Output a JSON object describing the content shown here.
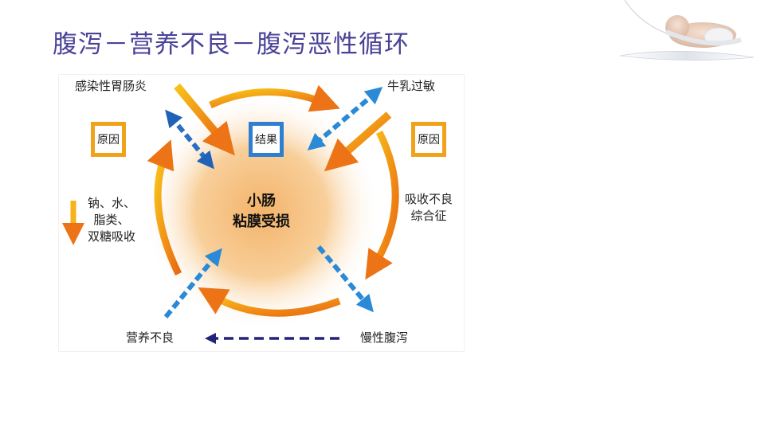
{
  "title": "腹泻－营养不良－腹泻恶性循环",
  "diagram": {
    "center": {
      "line1": "小肠",
      "line2": "粘膜受损"
    },
    "box_left": "原因",
    "box_center": "结果",
    "box_right": "原因",
    "label_top_left": "感染性胃肠炎",
    "label_top_right": "牛乳过敏",
    "label_right_line1": "吸收不良",
    "label_right_line2": "综合征",
    "label_left_line1": "钠、水、",
    "label_left_line2": "脂类、",
    "label_left_line3": "双糖吸收",
    "label_bottom_left": "营养不良",
    "label_bottom_right": "慢性腹泻"
  },
  "colors": {
    "title": "#4a4297",
    "orange": "#f0a21b",
    "blue": "#2f7fd0",
    "navy": "#23237a"
  },
  "icons": [
    "baby-photo",
    "feather"
  ]
}
